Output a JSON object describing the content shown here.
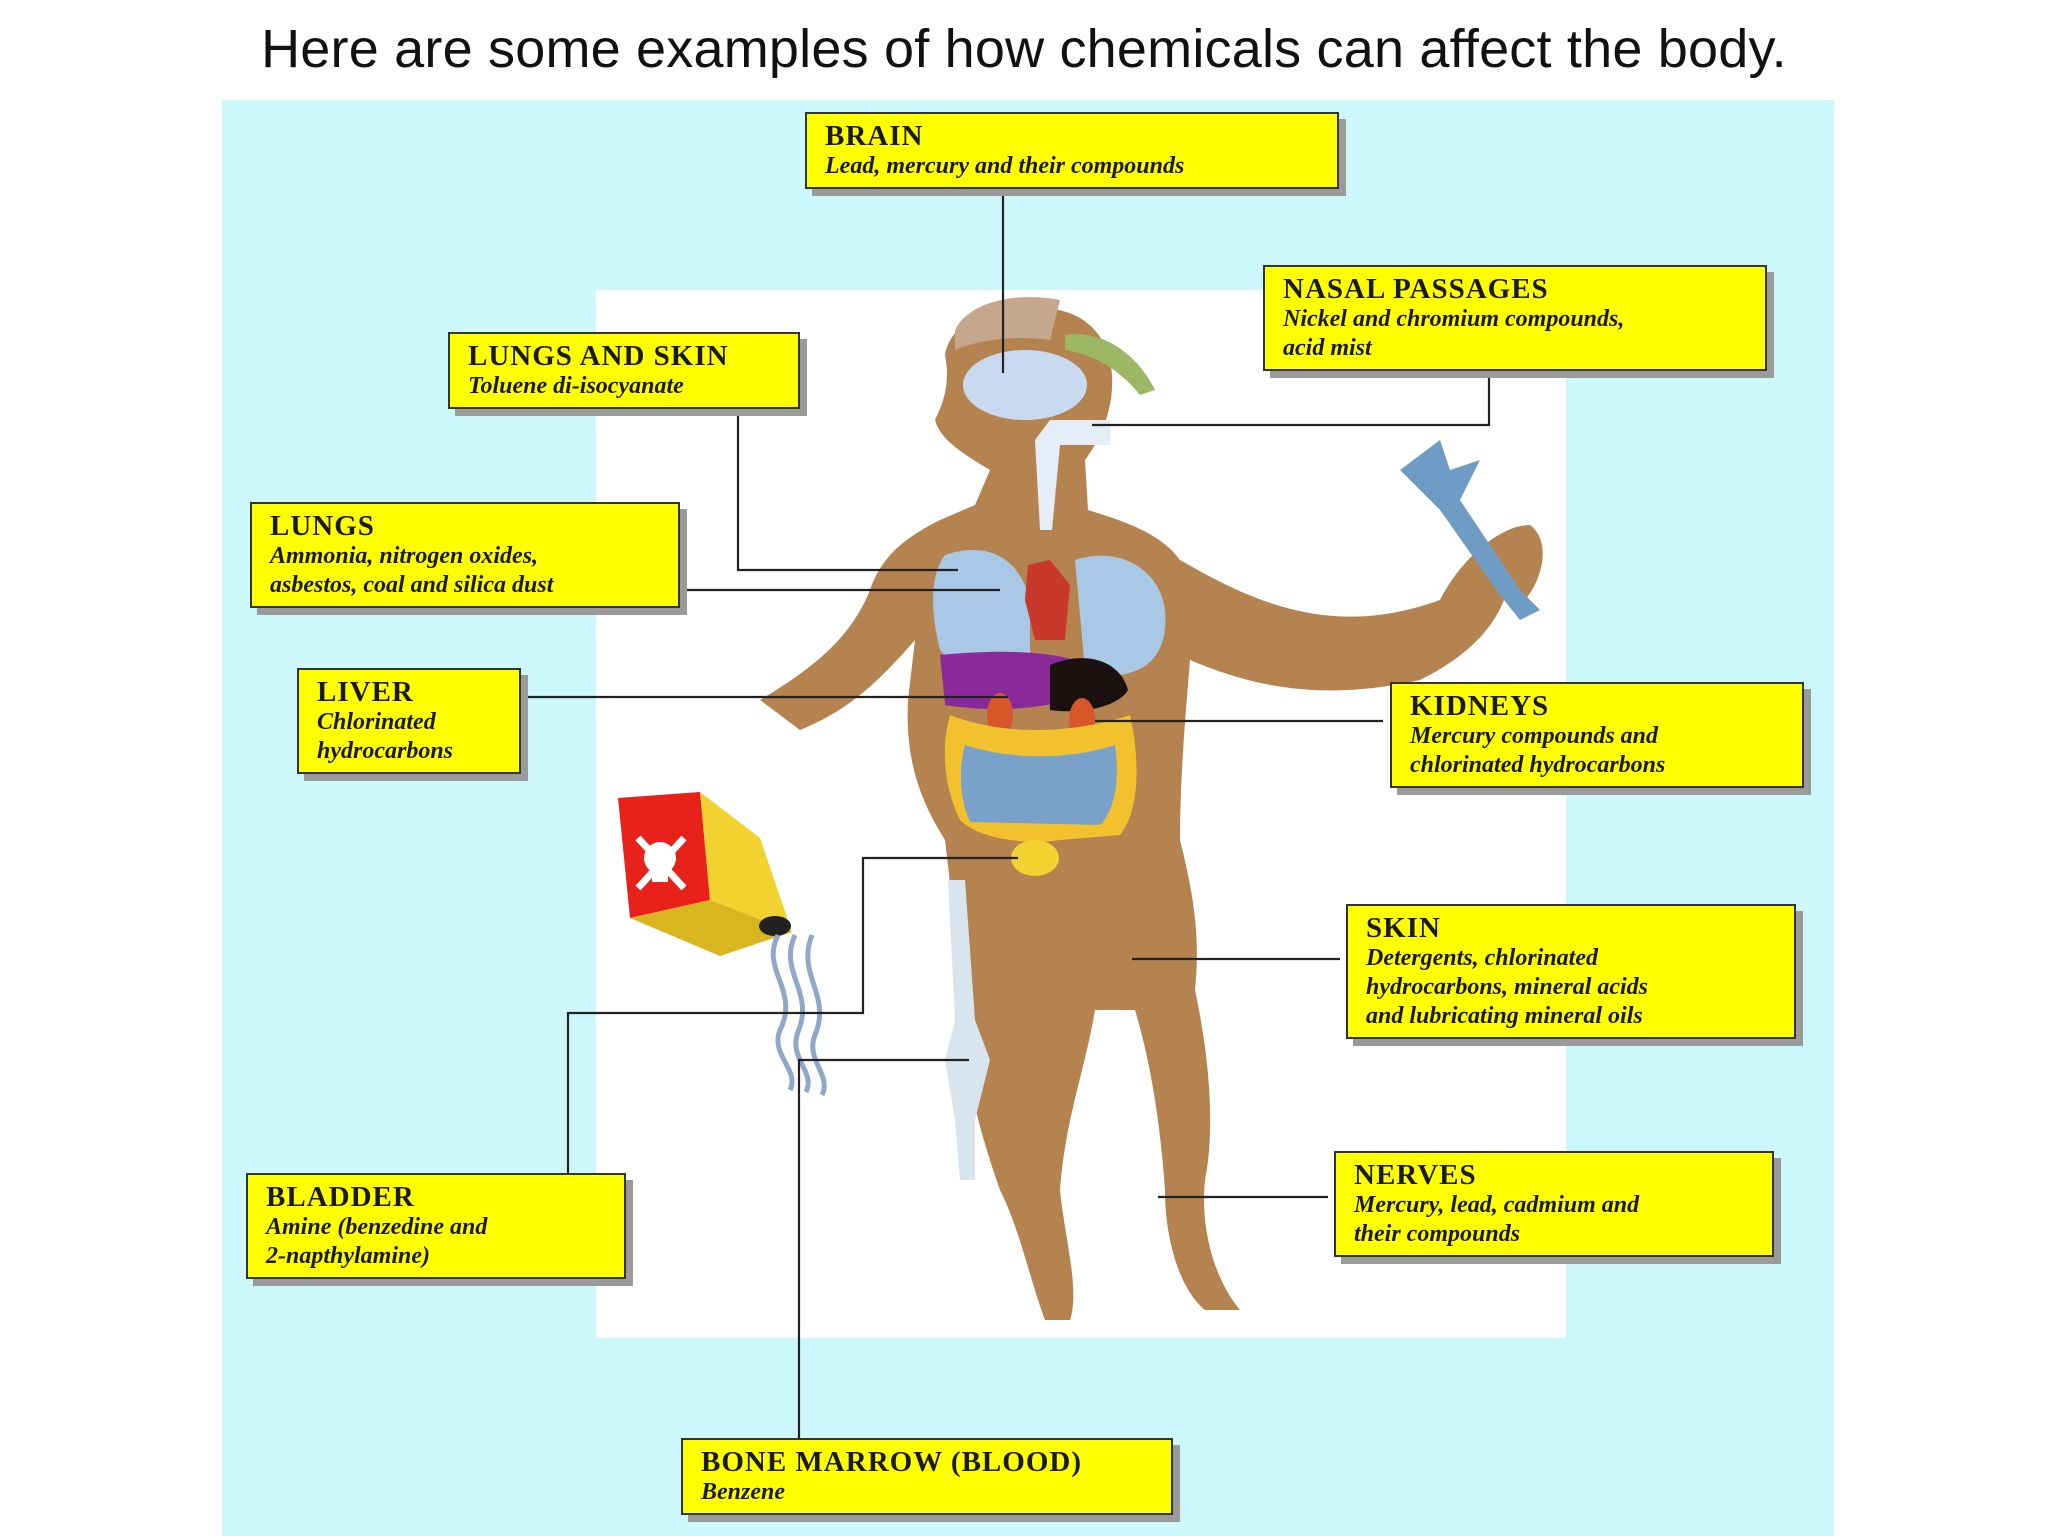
{
  "page_title": "Here are some examples of how chemicals can affect the body.",
  "colors": {
    "background": "#cdf8fb",
    "label_fill": "#ffff00",
    "body": "#b5834f",
    "lungs": "#a9c8e6",
    "liver": "#8a2a9a",
    "kidneys": "#d8572a",
    "intestine": "#f2c22e"
  },
  "labels": {
    "brain": {
      "title": "BRAIN",
      "text": [
        "Lead, mercury and their compounds"
      ]
    },
    "nasal": {
      "title": "NASAL PASSAGES",
      "text": [
        "Nickel and chromium compounds,",
        "acid mist"
      ]
    },
    "lungs_skin": {
      "title": "LUNGS AND SKIN",
      "text": [
        "Toluene di-isocyanate"
      ]
    },
    "lungs": {
      "title": "LUNGS",
      "text": [
        "Ammonia, nitrogen oxides,",
        "asbestos, coal and silica dust"
      ]
    },
    "liver": {
      "title": "LIVER",
      "text": [
        "Chlorinated",
        "hydrocarbons"
      ]
    },
    "kidneys": {
      "title": "KIDNEYS",
      "text": [
        "Mercury compounds and",
        "chlorinated  hydrocarbons"
      ]
    },
    "skin": {
      "title": "SKIN",
      "text": [
        "Detergents, chlorinated",
        "hydrocarbons, mineral acids",
        "and lubricating mineral oils"
      ]
    },
    "nerves": {
      "title": "NERVES",
      "text": [
        "Mercury, lead, cadmium and",
        "their compounds"
      ]
    },
    "bladder": {
      "title": "BLADDER",
      "text": [
        "Amine (benzedine and",
        "2-napthylamine)"
      ]
    },
    "bone_marrow": {
      "title": "BONE MARROW (BLOOD)",
      "text": [
        "Benzene"
      ]
    }
  }
}
